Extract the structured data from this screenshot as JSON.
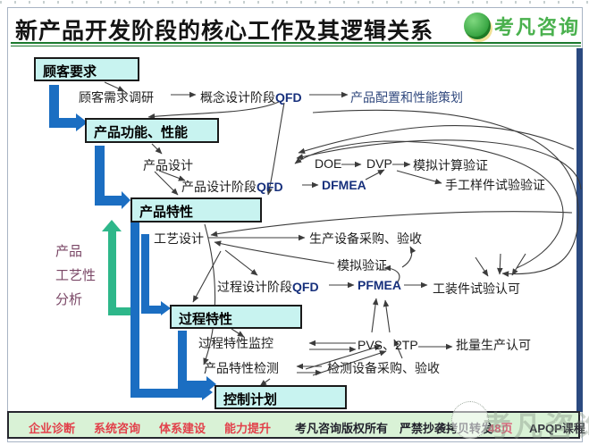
{
  "title": "新产品开发阶段的核心工作及其逻辑关系",
  "logo_text": "考凡咨询",
  "boxes": {
    "customer": "顾客要求",
    "func": "产品功能、性能",
    "prodchar": "产品特性",
    "procchar": "过程特性",
    "control": "控制计划"
  },
  "nodes": {
    "survey": {
      "text": "顾客需求调研"
    },
    "concept_qfd": {
      "text": "概念设计阶段",
      "em": "QFD"
    },
    "config_plan": {
      "text": "产品配置和性能策划"
    },
    "product_design": {
      "text": "产品设计"
    },
    "doe": {
      "text": "DOE"
    },
    "dvp": {
      "text": "DVP"
    },
    "sim_calc": {
      "text": "模拟计算验证"
    },
    "hand_sample": {
      "text": "手工样件试验验证"
    },
    "design_qfd": {
      "text": "产品设计阶段",
      "em": "QFD"
    },
    "dfmea": {
      "em": "DFMEA"
    },
    "process_design": {
      "text": "工艺设计"
    },
    "equip_purchase": {
      "text": "生产设备采购、验收"
    },
    "sim_verify": {
      "text": "模拟验证"
    },
    "process_qfd": {
      "text": "过程设计阶段",
      "em": "QFD"
    },
    "pfmea": {
      "em": "PFMEA"
    },
    "tooling_confirm": {
      "text": "工装件试验认可"
    },
    "monitor": {
      "text": "过程特性监控"
    },
    "pvs": {
      "text": "PVS、2TP"
    },
    "batch_confirm": {
      "text": "批量生产认可"
    },
    "inspection": {
      "text": "产品特性检测"
    },
    "inspect_equip": {
      "text": "检测设备采购、验收"
    }
  },
  "side_note": {
    "line1": "产品",
    "line2": "工艺性",
    "line3": "分析"
  },
  "footer": {
    "services": {
      "s1": "企业诊断",
      "s2": "系统咨询",
      "s3": "体系建设",
      "s4": "能力提升"
    },
    "copyright": "考凡咨询版权所有　严禁抄袭拷贝转发",
    "page": "48页",
    "course": "APQP课程"
  },
  "watermark": "考凡咨询",
  "colors": {
    "box_fill": "#c8f3f0",
    "arrow_blue": "#1b6ec2",
    "arrow_green": "#2eb78a",
    "term_navy": "#17307c",
    "footer_red": "#e2404a",
    "title_rule_green": "#1c7a2e"
  }
}
